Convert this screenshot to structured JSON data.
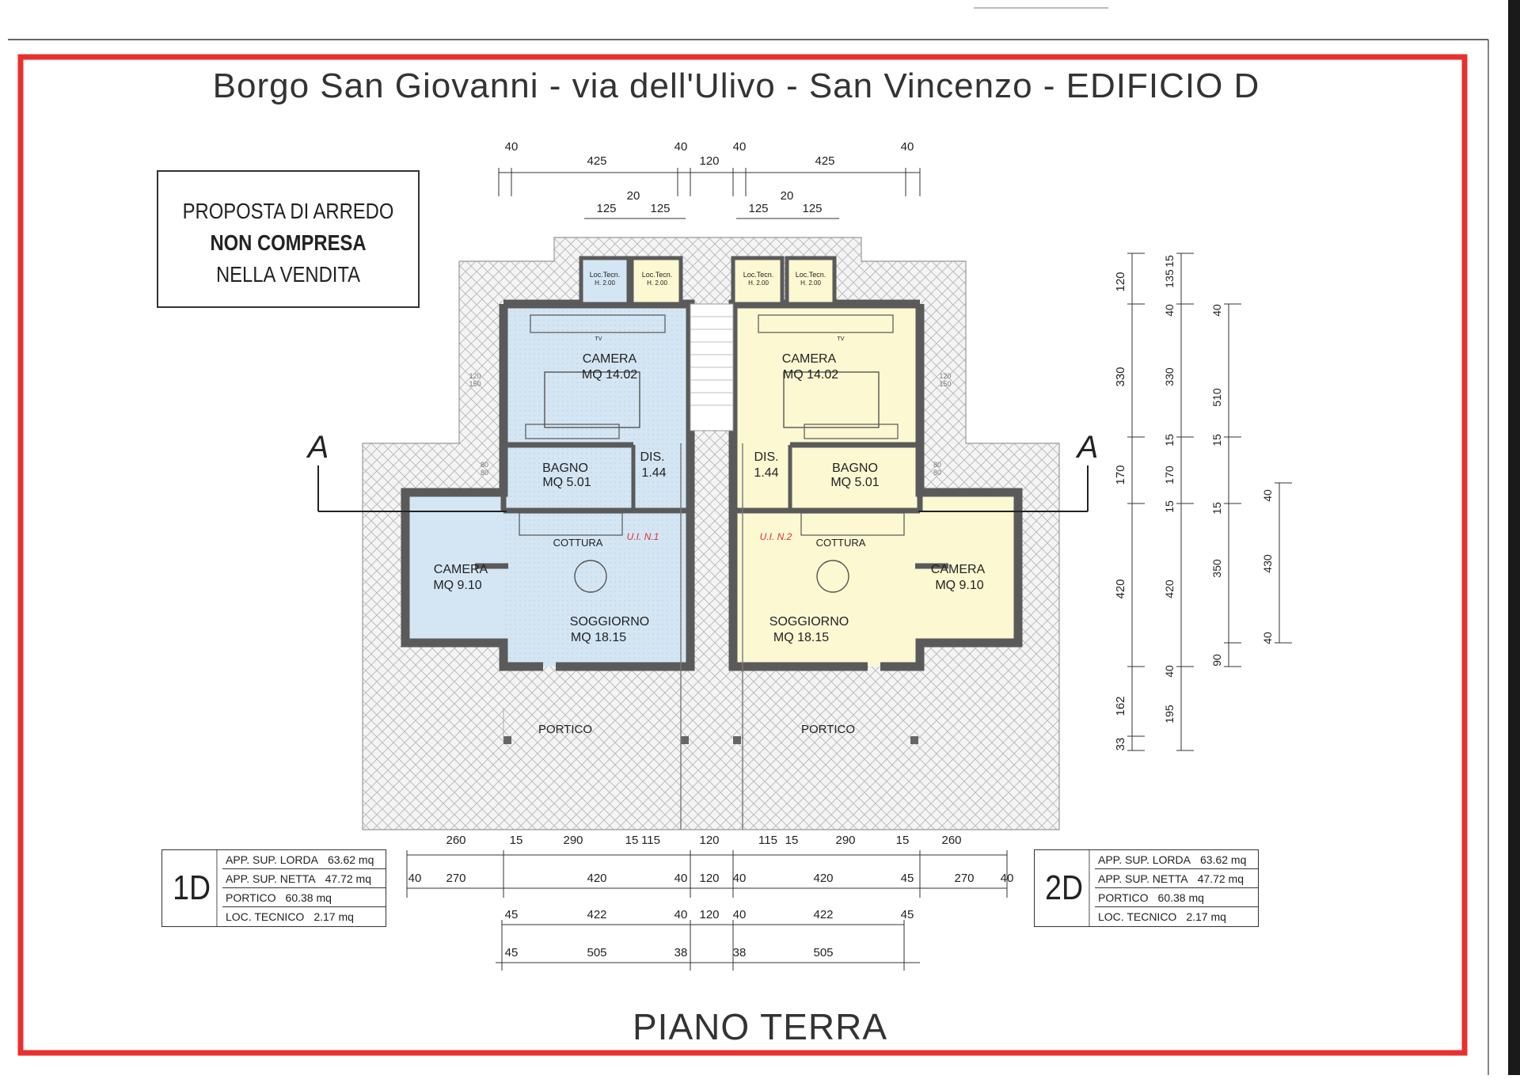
{
  "title": "Borgo San Giovanni - via dell'Ulivo - San Vincenzo - EDIFICIO D",
  "footer_title": "PIANO TERRA",
  "notice": {
    "line1": "PROPOSTA DI ARREDO",
    "line2": "NON COMPRESA",
    "line3": "NELLA VENDITA"
  },
  "section_marker": "A",
  "units": [
    {
      "tag": "1D",
      "unit_label": "U.I. N.1",
      "rows": [
        {
          "label": "APP. SUP. LORDA",
          "value": "63.62 mq"
        },
        {
          "label": "APP. SUP. NETTA",
          "value": "47.72 mq"
        },
        {
          "label": "PORTICO",
          "value": "60.38 mq"
        },
        {
          "label": "LOC. TECNICO",
          "value": "2.17 mq"
        }
      ]
    },
    {
      "tag": "2D",
      "unit_label": "U.I. N.2",
      "rows": [
        {
          "label": "APP. SUP. LORDA",
          "value": "63.62 mq"
        },
        {
          "label": "APP. SUP. NETTA",
          "value": "47.72 mq"
        },
        {
          "label": "PORTICO",
          "value": "60.38 mq"
        },
        {
          "label": "LOC. TECNICO",
          "value": "2.17 mq"
        }
      ]
    }
  ],
  "rooms": {
    "camera_main_name": "CAMERA",
    "camera_main_area": "MQ 14.02",
    "bagno_name": "BAGNO",
    "bagno_area": "MQ 5.01",
    "dis_name": "DIS.",
    "dis_area": "1.44",
    "cottura": "COTTURA",
    "camera_small_name": "CAMERA",
    "camera_small_area": "MQ 9.10",
    "soggiorno_name": "SOGGIORNO",
    "soggiorno_area": "MQ 18.15",
    "portico": "PORTICO",
    "loc_tecn": "Loc.Tecn.",
    "loc_tecn_h": "H. 2.00",
    "tv": "TV"
  },
  "dims_top": {
    "row1": [
      "40",
      "425",
      "40",
      "120",
      "40",
      "425",
      "40"
    ],
    "row2_left": [
      "20",
      "125",
      "125"
    ],
    "row2_right": [
      "20",
      "125",
      "125"
    ]
  },
  "dims_right": {
    "col1": [
      "120",
      "330",
      "170",
      "420",
      "162",
      "33"
    ],
    "col2": [
      "15",
      "135",
      "40",
      "330",
      "15",
      "170",
      "15",
      "420",
      "40",
      "195"
    ],
    "col3": [
      "40",
      "510",
      "15",
      "15",
      "350",
      "90"
    ],
    "col4": [
      "40",
      "430",
      "40"
    ]
  },
  "dims_bottom": {
    "row1": [
      "260",
      "15",
      "290",
      "15",
      "115",
      "120",
      "115",
      "15",
      "290",
      "15",
      "260"
    ],
    "row2": [
      "40",
      "270",
      "420",
      "40",
      "120",
      "40",
      "420",
      "45",
      "270",
      "40"
    ],
    "row3": [
      "45",
      "422",
      "40",
      "120",
      "40",
      "422",
      "45"
    ],
    "row4": [
      "45",
      "505",
      "38",
      "38",
      "505"
    ]
  },
  "window_notes": [
    "120",
    "150",
    "80",
    "80"
  ],
  "colors": {
    "border_red": "#e8312f",
    "unit1_fill": "#d4e6f4",
    "unit2_fill": "#fbf8d2",
    "wall": "#5a5a5a",
    "pavement": "#f2f2f2"
  }
}
